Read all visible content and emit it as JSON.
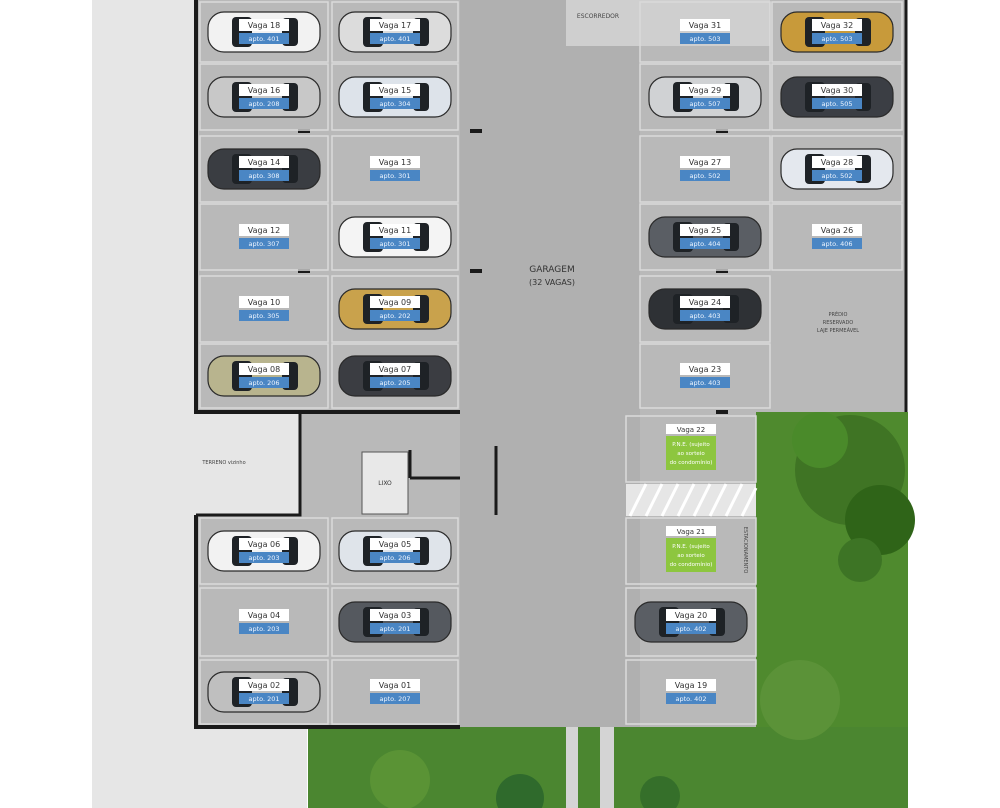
{
  "garage": {
    "title": "GARAGEM",
    "subtitle": "(32 VAGAS)",
    "top_area_label": "ESCORREDOR",
    "left_note": "TERRENO vizinho",
    "reserved_note": [
      "PRÉDIO",
      "RESERVADO",
      "LAJE PERMEÁVEL"
    ],
    "side_note": "ESTACIONAMENTO"
  },
  "slots": [
    {
      "id": "s18",
      "vaga": "Vaga 18",
      "apto": "apto. 401",
      "car": "#f2f2f2"
    },
    {
      "id": "s17",
      "vaga": "Vaga 17",
      "apto": "apto. 401",
      "car": "#dcdcdc"
    },
    {
      "id": "s16",
      "vaga": "Vaga 16",
      "apto": "apto. 208",
      "car": "#c8c8c8"
    },
    {
      "id": "s15",
      "vaga": "Vaga 15",
      "apto": "apto. 304",
      "car": "#dde3ea"
    },
    {
      "id": "s14",
      "vaga": "Vaga 14",
      "apto": "apto. 308",
      "car": "#3a3d42"
    },
    {
      "id": "s13",
      "vaga": "Vaga 13",
      "apto": "apto. 301",
      "car": null
    },
    {
      "id": "s12",
      "vaga": "Vaga 12",
      "apto": "apto. 307",
      "car": null
    },
    {
      "id": "s11",
      "vaga": "Vaga 11",
      "apto": "apto. 301",
      "car": "#f4f4f4"
    },
    {
      "id": "s10",
      "vaga": "Vaga 10",
      "apto": "apto. 305",
      "car": null
    },
    {
      "id": "s09",
      "vaga": "Vaga 09",
      "apto": "apto. 202",
      "car": "#c9a24c"
    },
    {
      "id": "s08",
      "vaga": "Vaga 08",
      "apto": "apto. 206",
      "car": "#b8b48e"
    },
    {
      "id": "s07",
      "vaga": "Vaga 07",
      "apto": "apto. 205",
      "car": "#3b3d42"
    },
    {
      "id": "s31",
      "vaga": "Vaga 31",
      "apto": "apto. 503",
      "car": null
    },
    {
      "id": "s32",
      "vaga": "Vaga 32",
      "apto": "apto. 503",
      "car": "#c89a3a"
    },
    {
      "id": "s29",
      "vaga": "Vaga 29",
      "apto": "apto. 507",
      "car": "#d0d2d4"
    },
    {
      "id": "s30",
      "vaga": "Vaga 30",
      "apto": "apto. 505",
      "car": "#3b3e44"
    },
    {
      "id": "s27",
      "vaga": "Vaga 27",
      "apto": "apto. 502",
      "car": null
    },
    {
      "id": "s28",
      "vaga": "Vaga 28",
      "apto": "apto. 502",
      "car": "#e4e8ee"
    },
    {
      "id": "s25",
      "vaga": "Vaga 25",
      "apto": "apto. 404",
      "car": "#5a5e64"
    },
    {
      "id": "s26",
      "vaga": "Vaga 26",
      "apto": "apto. 406",
      "car": null
    },
    {
      "id": "s24",
      "vaga": "Vaga 24",
      "apto": "apto. 403",
      "car": "#2e3135"
    },
    {
      "id": "s23",
      "vaga": "Vaga 23",
      "apto": "apto. 403",
      "car": null
    },
    {
      "id": "s06",
      "vaga": "Vaga 06",
      "apto": "apto. 203",
      "car": "#f2f2f2"
    },
    {
      "id": "s05",
      "vaga": "Vaga 05",
      "apto": "apto. 206",
      "car": "#dfe4ea"
    },
    {
      "id": "s04",
      "vaga": "Vaga 04",
      "apto": "apto. 203",
      "car": null
    },
    {
      "id": "s03",
      "vaga": "Vaga 03",
      "apto": "apto. 201",
      "car": "#55595f"
    },
    {
      "id": "s02",
      "vaga": "Vaga 02",
      "apto": "apto. 201",
      "car": "#bfbfbf"
    },
    {
      "id": "s01",
      "vaga": "Vaga 01",
      "apto": "apto. 207",
      "car": null
    },
    {
      "id": "s20",
      "vaga": "Vaga 20",
      "apto": "apto. 402",
      "car": "#5a5e64"
    },
    {
      "id": "s19",
      "vaga": "Vaga 19",
      "apto": "apto. 402",
      "car": null
    }
  ],
  "pne_slots": [
    {
      "id": "s22",
      "vaga": "Vaga 22",
      "lines": [
        "P.N.E. (sujeito",
        "ao sorteio",
        "do condomínio)"
      ]
    },
    {
      "id": "s21",
      "vaga": "Vaga 21",
      "lines": [
        "P.N.E. (sujeito",
        "ao sorteio",
        "do condomínio)"
      ]
    }
  ],
  "colors": {
    "page_bg": "#ffffff",
    "left_margin": "#e6e6e6",
    "garage_floor": "#bdbdbd",
    "aisle": "#b1b1b1",
    "wall": "#1a1a1a",
    "label_blue": "#4a86c4",
    "pne_green": "#8dc63f",
    "grass": "#4f8a2e"
  }
}
